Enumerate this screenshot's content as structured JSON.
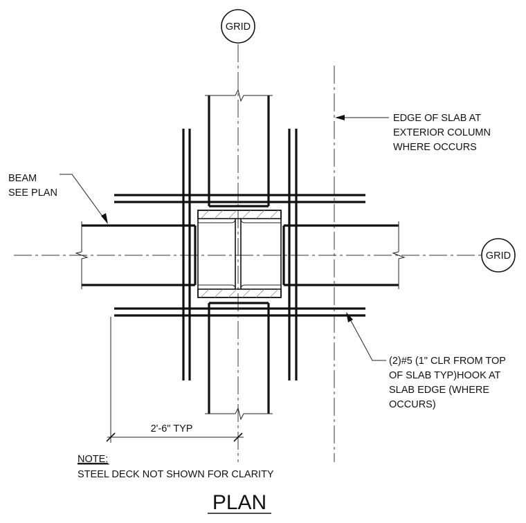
{
  "grid_top": "GRID",
  "grid_right": "GRID",
  "edge_note": [
    "EDGE OF SLAB AT",
    "EXTERIOR COLUMN",
    "WHERE OCCURS"
  ],
  "beam_note": [
    "BEAM",
    "SEE PLAN"
  ],
  "bar_note": [
    "(2)#5 (1\" CLR FROM TOP",
    "OF SLAB TYP)HOOK AT",
    "SLAB EDGE (WHERE",
    "OCCURS)"
  ],
  "dimension": "2'-6\" TYP",
  "note_heading": "NOTE:",
  "note_text": "STEEL DECK NOT SHOWN FOR CLARITY",
  "title": "PLAN"
}
